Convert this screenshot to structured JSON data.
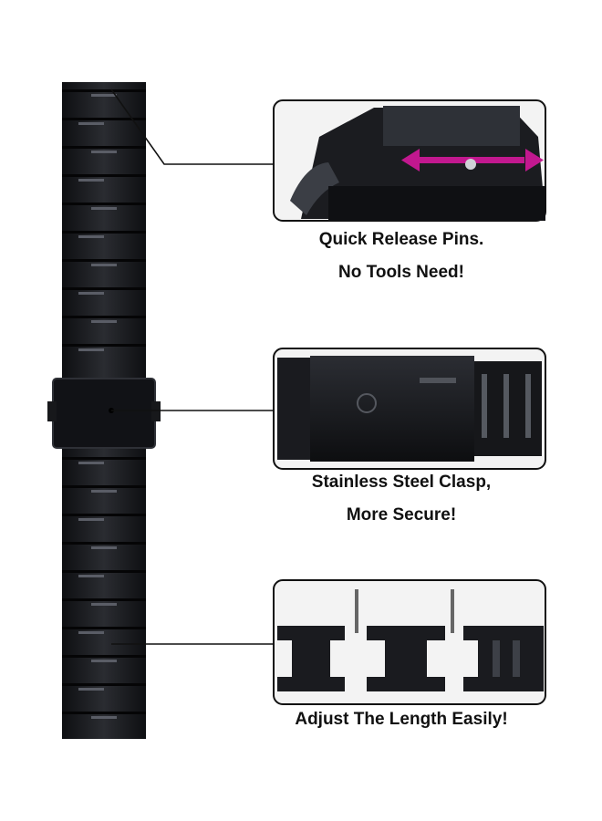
{
  "panels": [
    {
      "id": "pins",
      "captions": [
        "Quick Release Pins.",
        "No Tools Need!"
      ],
      "arrow_color": "#c2188f"
    },
    {
      "id": "clasp",
      "captions": [
        "Stainless Steel Clasp,",
        "More Secure!"
      ]
    },
    {
      "id": "links",
      "captions": [
        "Adjust The Length Easily!"
      ]
    }
  ],
  "colors": {
    "band": "#1c1d21",
    "band_highlight": "#5a5d66",
    "frame": "#111111",
    "background": "#ffffff"
  }
}
